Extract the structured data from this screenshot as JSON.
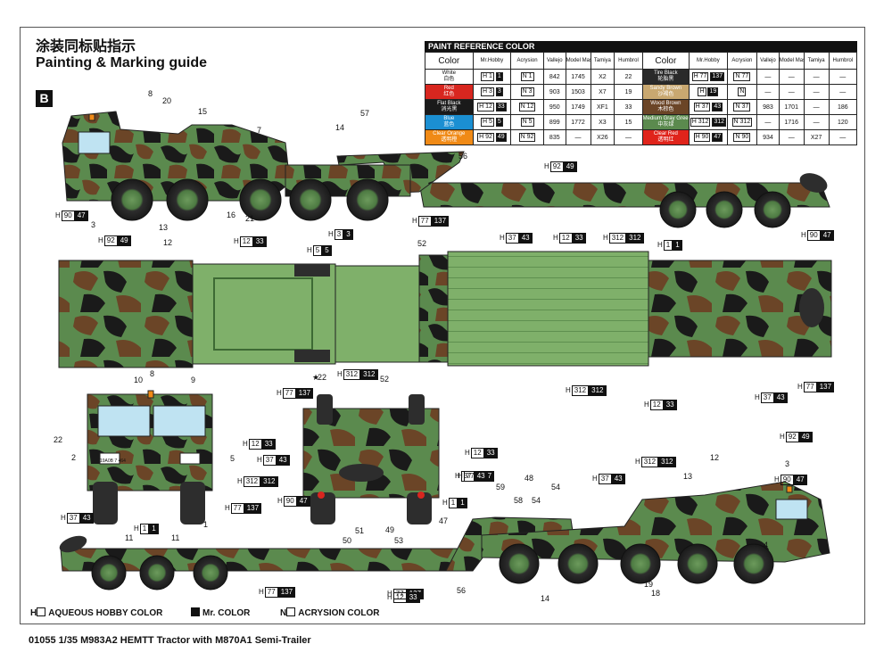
{
  "header": {
    "title_cn": "涂装同标贴指示",
    "title_en": "Painting & Marking guide",
    "section": "B"
  },
  "reference": {
    "title": "PAINT  REFERENCE COLOR",
    "columns_left": [
      "Color",
      "Mr.Hobby",
      "Acrysion",
      "Vallejo",
      "Model Master",
      "Tamiya",
      "Humbrol"
    ],
    "columns_right": [
      "Color",
      "Mr.Hobby",
      "Acrysion",
      "Vallejo",
      "Model Master",
      "Tamiya",
      "Humbrol"
    ],
    "rows": [
      {
        "l_name": "White",
        "l_cn": "白色",
        "l_color": "#ffffff",
        "l_text": "#111111",
        "l_h": "1",
        "l_n": "1",
        "l_v": "842",
        "l_mm": "1745",
        "l_t": "X2",
        "l_hu": "22",
        "r_name": "Tire Black",
        "r_cn": "轮胎黑",
        "r_color": "#2a2a2a",
        "r_text": "#ffffff",
        "r_h": "77",
        "r_hd": "137",
        "r_n": "77",
        "r_v": "—",
        "r_mm": "—",
        "r_t": "—",
        "r_hu": "—"
      },
      {
        "l_name": "Red",
        "l_cn": "红色",
        "l_color": "#d8261f",
        "l_text": "#ffffff",
        "l_h": "3",
        "l_n": "3",
        "l_v": "903",
        "l_mm": "1503",
        "l_t": "X7",
        "l_hu": "19",
        "r_name": "Sandy Brown",
        "r_cn": "沙褐色",
        "r_color": "#c9a870",
        "r_text": "#ffffff",
        "r_h": "",
        "r_hd": "19",
        "r_n": "",
        "r_v": "—",
        "r_mm": "—",
        "r_t": "—",
        "r_hu": "—"
      },
      {
        "l_name": "Flat Black",
        "l_cn": "消光黑",
        "l_color": "#1a1a1a",
        "l_text": "#ffffff",
        "l_h": "12",
        "l_n": "12",
        "l_v": "950",
        "l_mm": "1749",
        "l_t": "XF1",
        "l_hu": "33",
        "r_name": "Wood Brown",
        "r_cn": "木棕色",
        "r_color": "#6b4527",
        "r_text": "#ffffff",
        "r_h": "37",
        "r_hd": "43",
        "r_n": "37",
        "r_v": "983",
        "r_mm": "1701",
        "r_t": "—",
        "r_hu": "186"
      },
      {
        "l_name": "Blue",
        "l_cn": "蓝色",
        "l_color": "#1b8fd2",
        "l_text": "#ffffff",
        "l_h": "5",
        "l_n": "5",
        "l_v": "899",
        "l_mm": "1772",
        "l_t": "X3",
        "l_hu": "15",
        "r_name": "Medium Gray Green",
        "r_cn": "中灰绿",
        "r_color": "#5b8a4e",
        "r_text": "#ffffff",
        "r_h": "312",
        "r_hd": "312",
        "r_n": "312",
        "r_v": "—",
        "r_mm": "1716",
        "r_t": "—",
        "r_hu": "120"
      },
      {
        "l_name": "Clear Orange",
        "l_cn": "透明橙",
        "l_color": "#f08a16",
        "l_text": "#ffffff",
        "l_h": "92",
        "l_n": "92",
        "l_v": "835",
        "l_mm": "—",
        "l_t": "X26",
        "l_hu": "—",
        "r_name": "Clear Red",
        "r_cn": "透明红",
        "r_color": "#e0241b",
        "r_text": "#ffffff",
        "r_h": "90",
        "r_hd": "47",
        "r_n": "90",
        "r_v": "934",
        "r_mm": "—",
        "r_t": "X27",
        "r_hu": "—"
      }
    ],
    "row_left_hd": [
      "1",
      "3",
      "33",
      "5",
      "49"
    ]
  },
  "callouts": [
    {
      "h": "90",
      "d": "47"
    },
    {
      "h": "92",
      "d": "49"
    },
    {
      "h": "12",
      "d": "33"
    },
    {
      "h": "5",
      "d": "5"
    },
    {
      "h": "3",
      "d": "3"
    },
    {
      "h": "77",
      "d": "137"
    },
    {
      "h": "92",
      "d": "49"
    },
    {
      "h": "37",
      "d": "43"
    },
    {
      "h": "12",
      "d": "33"
    },
    {
      "h": "312",
      "d": "312"
    },
    {
      "h": "1",
      "d": "1"
    },
    {
      "h": "90",
      "d": "47"
    },
    {
      "h": "77",
      "d": "137"
    },
    {
      "h": "312",
      "d": "312"
    },
    {
      "h": "312",
      "d": "312"
    },
    {
      "h": "12",
      "d": "33"
    },
    {
      "h": "37",
      "d": "43"
    },
    {
      "h": "77",
      "d": "137"
    },
    {
      "h": "12",
      "d": "33"
    },
    {
      "h": "37",
      "d": "43"
    },
    {
      "h": "312",
      "d": "312"
    },
    {
      "h": "77",
      "d": "137"
    },
    {
      "h": "37",
      "d": "43"
    },
    {
      "h": "12",
      "d": "33"
    },
    {
      "h": "77",
      "d": "137"
    },
    {
      "h": "37",
      "d": "43"
    },
    {
      "h": "90",
      "d": "47"
    },
    {
      "h": "1",
      "d": "1"
    },
    {
      "h": "1",
      "d": "1"
    },
    {
      "h": "77",
      "d": "137"
    },
    {
      "h": "12",
      "d": "33"
    },
    {
      "h": "37",
      "d": "43"
    },
    {
      "h": "312",
      "d": "312"
    },
    {
      "h": "92",
      "d": "49"
    },
    {
      "h": "90",
      "d": "47"
    },
    {
      "h": "77",
      "d": "137"
    }
  ],
  "part_numbers": [
    "8",
    "20",
    "15",
    "7",
    "57",
    "14",
    "56",
    "3",
    "13",
    "12",
    "16",
    "21",
    "52",
    "8",
    "22",
    "10",
    "9",
    "2",
    "22",
    "11",
    "11",
    "5",
    "1",
    "52",
    "50",
    "51",
    "49",
    "53",
    "48",
    "59",
    "58",
    "54",
    "54",
    "47",
    "56",
    "12",
    "13",
    "3",
    "14",
    "19",
    "18",
    "4"
  ],
  "star_label": "★",
  "license_plate": "19A0B 7 464",
  "legend": {
    "aqueous": "AQUEOUS HOBBY COLOR",
    "aqueous_key": "H",
    "mr": "Mr. COLOR",
    "acrysion": "ACRYSION COLOR",
    "acrysion_key": "N"
  },
  "footer": "01055  1/35  M983A2 HEMTT Tractor with M870A1 Semi-Trailer",
  "colors": {
    "green": "#5b8a4e",
    "light_green": "#7fb06a",
    "brown": "#6b4527",
    "black": "#1a1a1a",
    "tire": "#2d2d2d",
    "orange": "#f08a16"
  }
}
